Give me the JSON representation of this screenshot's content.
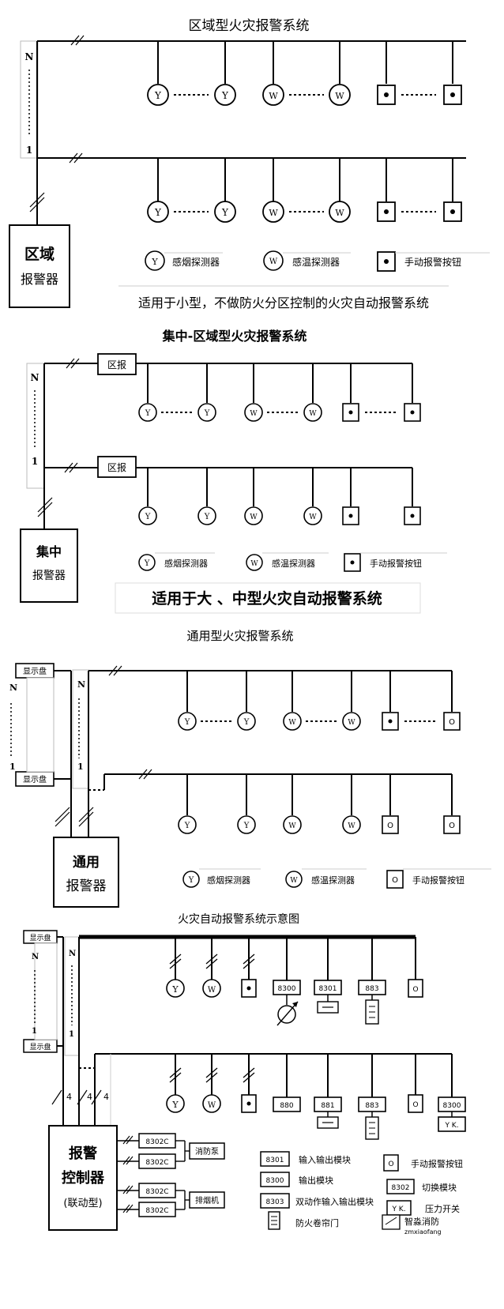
{
  "legend": {
    "smoke": "感烟探测器",
    "heat": "感温探测器",
    "manual": "手动报警按钮"
  },
  "symbols": {
    "smoke": "Y",
    "heat": "W",
    "n": "N",
    "one": "1",
    "four": "4"
  },
  "sec1": {
    "title": "区域型火灾报警系统",
    "panel_line1": "区域",
    "panel_line2": "报警器",
    "caption": "适用于小型，不做防火分区控制的火灾自动报警系统"
  },
  "sec2": {
    "title": "集中-区域型火灾报警系统",
    "zone_box": "区报",
    "panel_line1": "集中",
    "panel_line2": "报警器",
    "caption": "适用于大 、中型火灾自动报警系统"
  },
  "sec3": {
    "title": "通用型火灾报警系统",
    "display": "显示盘",
    "panel_line1": "通用",
    "panel_line2": "报警器",
    "manual_symbol": "O"
  },
  "sec4": {
    "title": "火灾自动报警系统示意图",
    "display": "显示盘",
    "panel_line1": "报警",
    "panel_line2": "控制器",
    "panel_line3": "(联动型)",
    "row1_modules": [
      "8300",
      "8301",
      "883"
    ],
    "row2_modules": [
      "880",
      "881",
      "883",
      "8300"
    ],
    "manual_symbol": "O",
    "yk": "Y K.",
    "switch_code": "8302C",
    "fire_pump": "消防泵",
    "smoke_fan": "排烟机",
    "legend": [
      {
        "code": "8301",
        "label": "输入输出模块"
      },
      {
        "code": "8300",
        "label": "输出模块"
      },
      {
        "code": "8303",
        "label": "双动作输入输出模块"
      },
      {
        "code": "≡",
        "label": "防火卷帘门"
      },
      {
        "code": "O",
        "label": "手动报警按钮"
      },
      {
        "code": "8302",
        "label": "切换模块"
      },
      {
        "code": "Y K.",
        "label": "压力开关"
      }
    ]
  },
  "watermark": {
    "line1": "智淼消防",
    "line2": "zmxiaofang"
  }
}
